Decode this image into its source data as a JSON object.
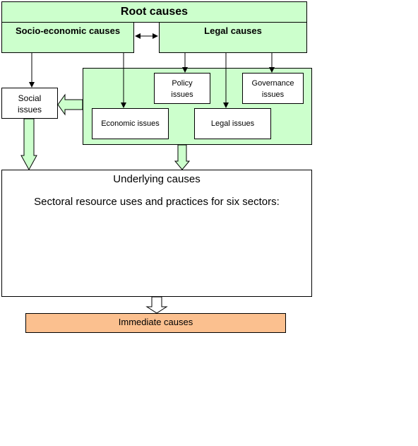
{
  "root": {
    "title": "Root causes",
    "socio_economic": "Socio-economic causes",
    "legal": "Legal causes"
  },
  "issues": {
    "social": "Social issues",
    "policy": "Policy issues",
    "governance": "Governance issues",
    "economic": "Economic issues",
    "legal": "Legal issues"
  },
  "underlying": {
    "title": "Underlying causes",
    "subtitle": "Sectoral resource uses and practices for six sectors:"
  },
  "immediate": {
    "title": "Immediate causes"
  },
  "colors": {
    "green": "#ccffcc",
    "orange": "#fbc08f"
  }
}
